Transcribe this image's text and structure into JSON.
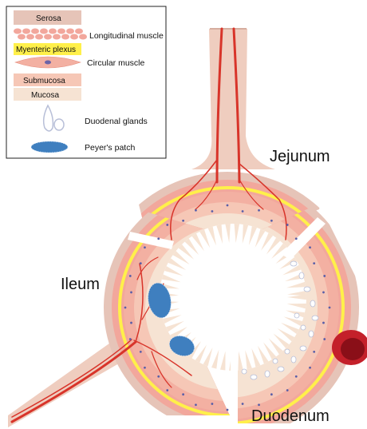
{
  "legend": {
    "items": {
      "serosa": "Serosa",
      "longitudinal_muscle": "Longitudinal muscle",
      "myenteric_plexus": "Myenteric plexus",
      "circular_muscle": "Circular muscle",
      "submucosa": "Submucosa",
      "mucosa": "Mucosa",
      "duodenal_glands": "Duodenal glands",
      "peyers_patch": "Peyer's patch"
    }
  },
  "regions": {
    "jejunum": "Jejunum",
    "ileum": "Ileum",
    "duodenum": "Duodenum"
  },
  "colors": {
    "serosa": "#e6c4b8",
    "longitudinal_muscle": "#f2a79c",
    "myenteric_plexus": "#fff04a",
    "circular_muscle": "#f3b0a2",
    "submucosa": "#f6c7b6",
    "mucosa": "#f6e3d3",
    "vessel": "#d8342a",
    "peyers_patch": "#3f7fbf",
    "gland": "#c9d0e6",
    "nerve": "#5a5fa8"
  }
}
